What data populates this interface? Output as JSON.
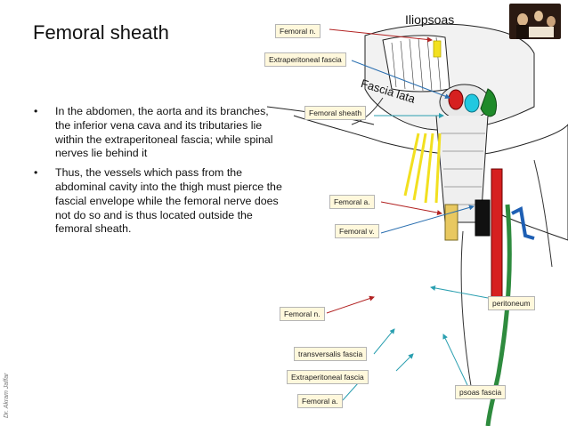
{
  "slide": {
    "title": "Femoral sheath",
    "bullets": [
      "In the abdomen, the aorta and its branches, the inferior vena cava and its tributaries lie within the extraperitoneal fascia; while spinal nerves lie behind it",
      "Thus, the vessels which pass from the abdominal cavity into the thigh must pierce the fascial envelope while the femoral nerve does not do so and is thus located outside the femoral sheath."
    ],
    "bullet_symbol": "•",
    "author": "Dr. Akram Jaffar"
  },
  "diagram": {
    "drawn_labels": {
      "iliopsoas": "Iliopsoas",
      "fascia_lata": "Fascia lata"
    },
    "callouts": {
      "femoral_n_top": "Femoral n.",
      "extraperitoneal_top": "Extraperitoneal fascia",
      "femoral_sheath": "Femoral sheath",
      "femoral_a_mid": "Femoral a.",
      "femoral_v": "Femoral v.",
      "peritoneum": "peritoneum",
      "femoral_n_bottom": "Femoral n.",
      "transversalis": "transversalis fascia",
      "extraperitoneal_bottom": "Extraperitoneal fascia",
      "femoral_a_bottom": "Femoral a.",
      "psoas": "psoas fascia"
    },
    "colors": {
      "callout_bg": "#fff8dc",
      "arrow_red": "#b22222",
      "arrow_blue": "#2a6fb0",
      "arrow_teal": "#2a9fb0",
      "artery": "#d62020",
      "vein": "#1e5fb4",
      "nerve": "#f2e020",
      "muscle": "#2e8b3e"
    }
  }
}
